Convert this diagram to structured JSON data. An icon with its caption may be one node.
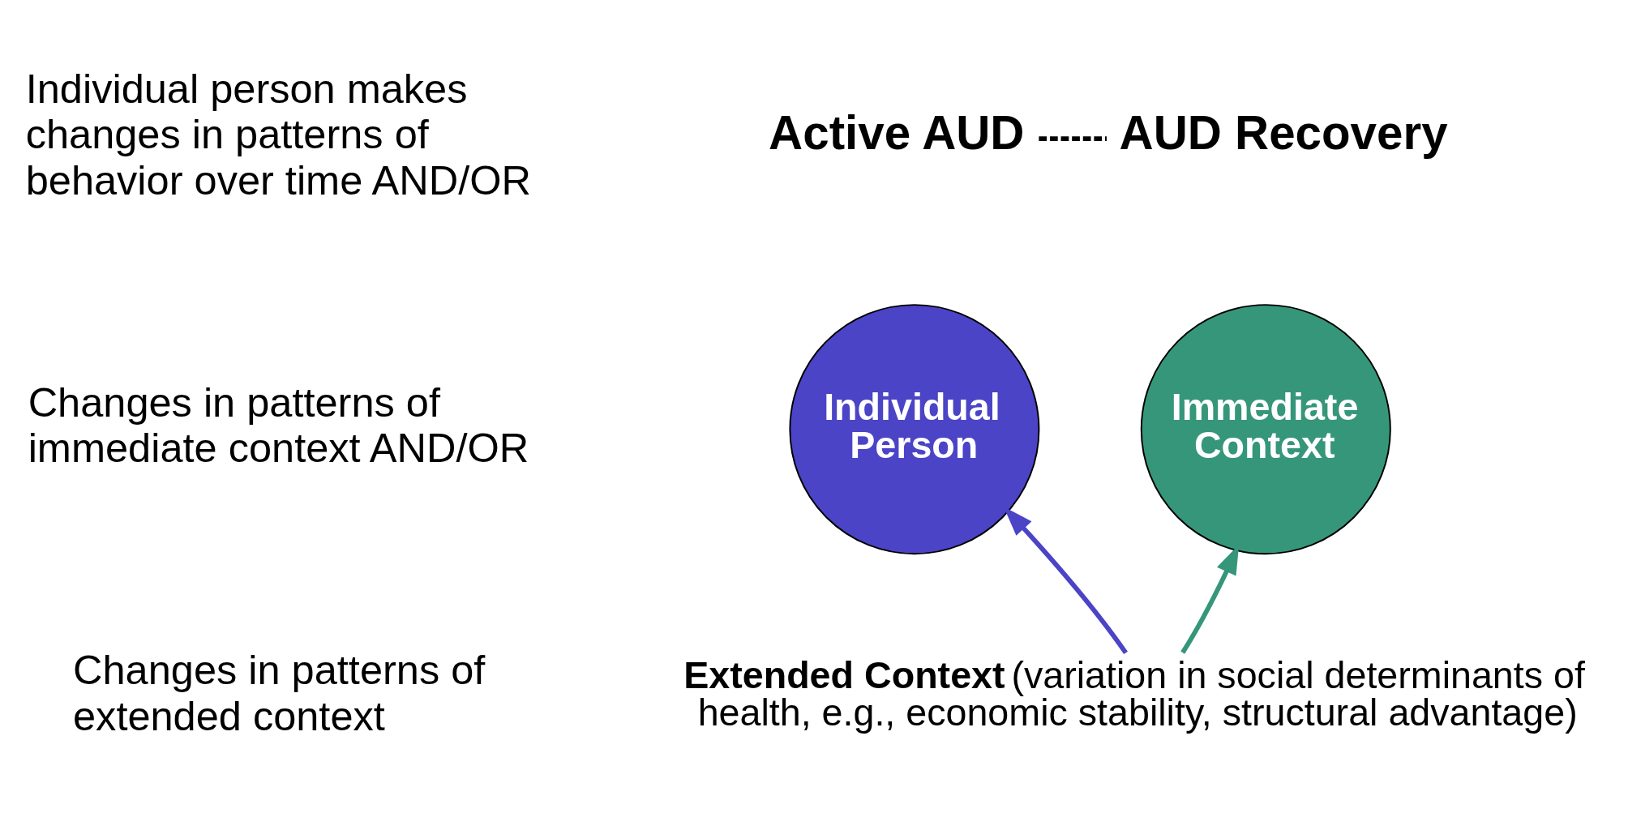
{
  "diagram": {
    "nodes": [
      {
        "text": [
          "Active AUD"
        ]
      },
      {
        "text": [
          "AUD Recovery"
        ]
      },
      {
        "text": [
          "Individual Person"
        ]
      },
      {
        "text": [
          "Immediate Context"
        ]
      },
      {
        "text": [
          "**Extended Context** (variation in social determinants of health, e.g., economic stability, structural advantage)"
        ]
      }
    ],
    "edges": [
      {
        "from": 0,
        "to": 1,
        "arrow": "none",
        "style": "dashed"
      },
      {
        "from": 4,
        "to": 2,
        "arrow": "to",
        "color": "#4b44c6"
      },
      {
        "from": 4,
        "to": 3,
        "arrow": "to",
        "color": "#36967a"
      }
    ],
    "labels": [
      "Individual person makes changes in patterns of behavior over time AND/OR",
      "Changes in patterns of immediate context AND/OR",
      "Changes in patterns of extended context"
    ]
  }
}
